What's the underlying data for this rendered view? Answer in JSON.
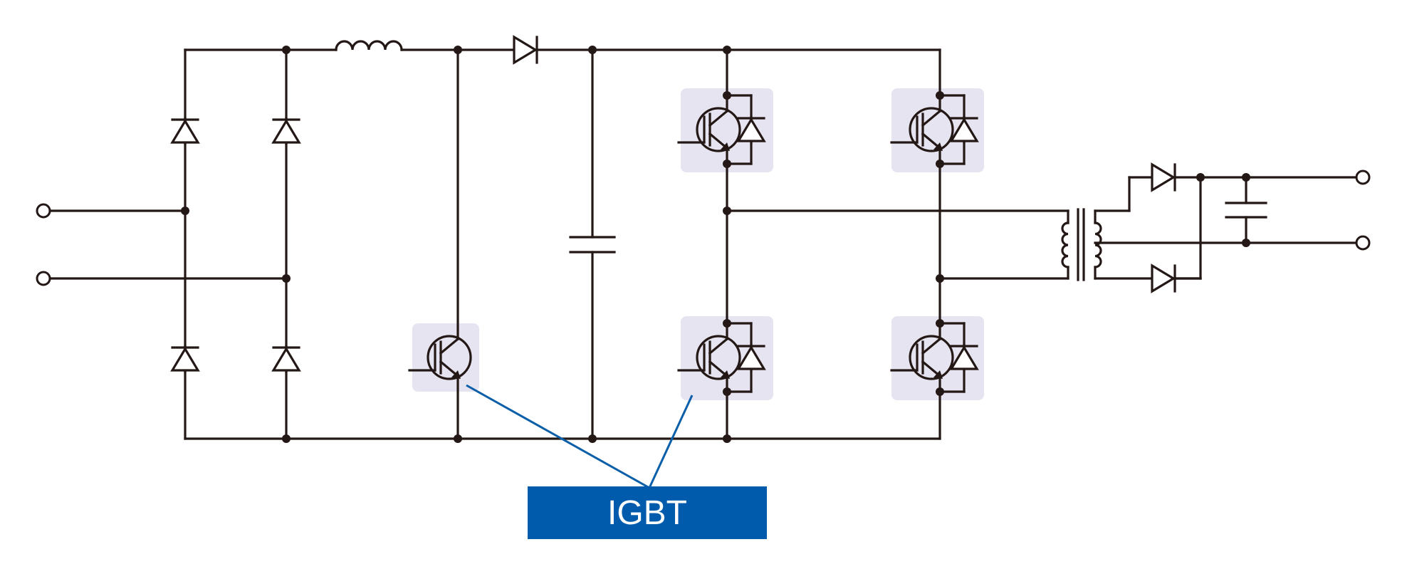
{
  "label": {
    "text": "IGBT"
  },
  "colors": {
    "wire": "#231815",
    "highlight": "#e6e4f1",
    "label_bg": "#005bac",
    "callout": "#0b5fa8"
  },
  "components": {
    "bridge_diodes": 4,
    "inductors": 1,
    "boost_igbt": 1,
    "boost_diode": 1,
    "bus_capacitor": 1,
    "full_bridge_igbts": 4,
    "transformer": 1,
    "rectifier_diodes": 2,
    "output_capacitor": 1,
    "ac_input_terminals": 2,
    "dc_output_terminals": 2
  }
}
